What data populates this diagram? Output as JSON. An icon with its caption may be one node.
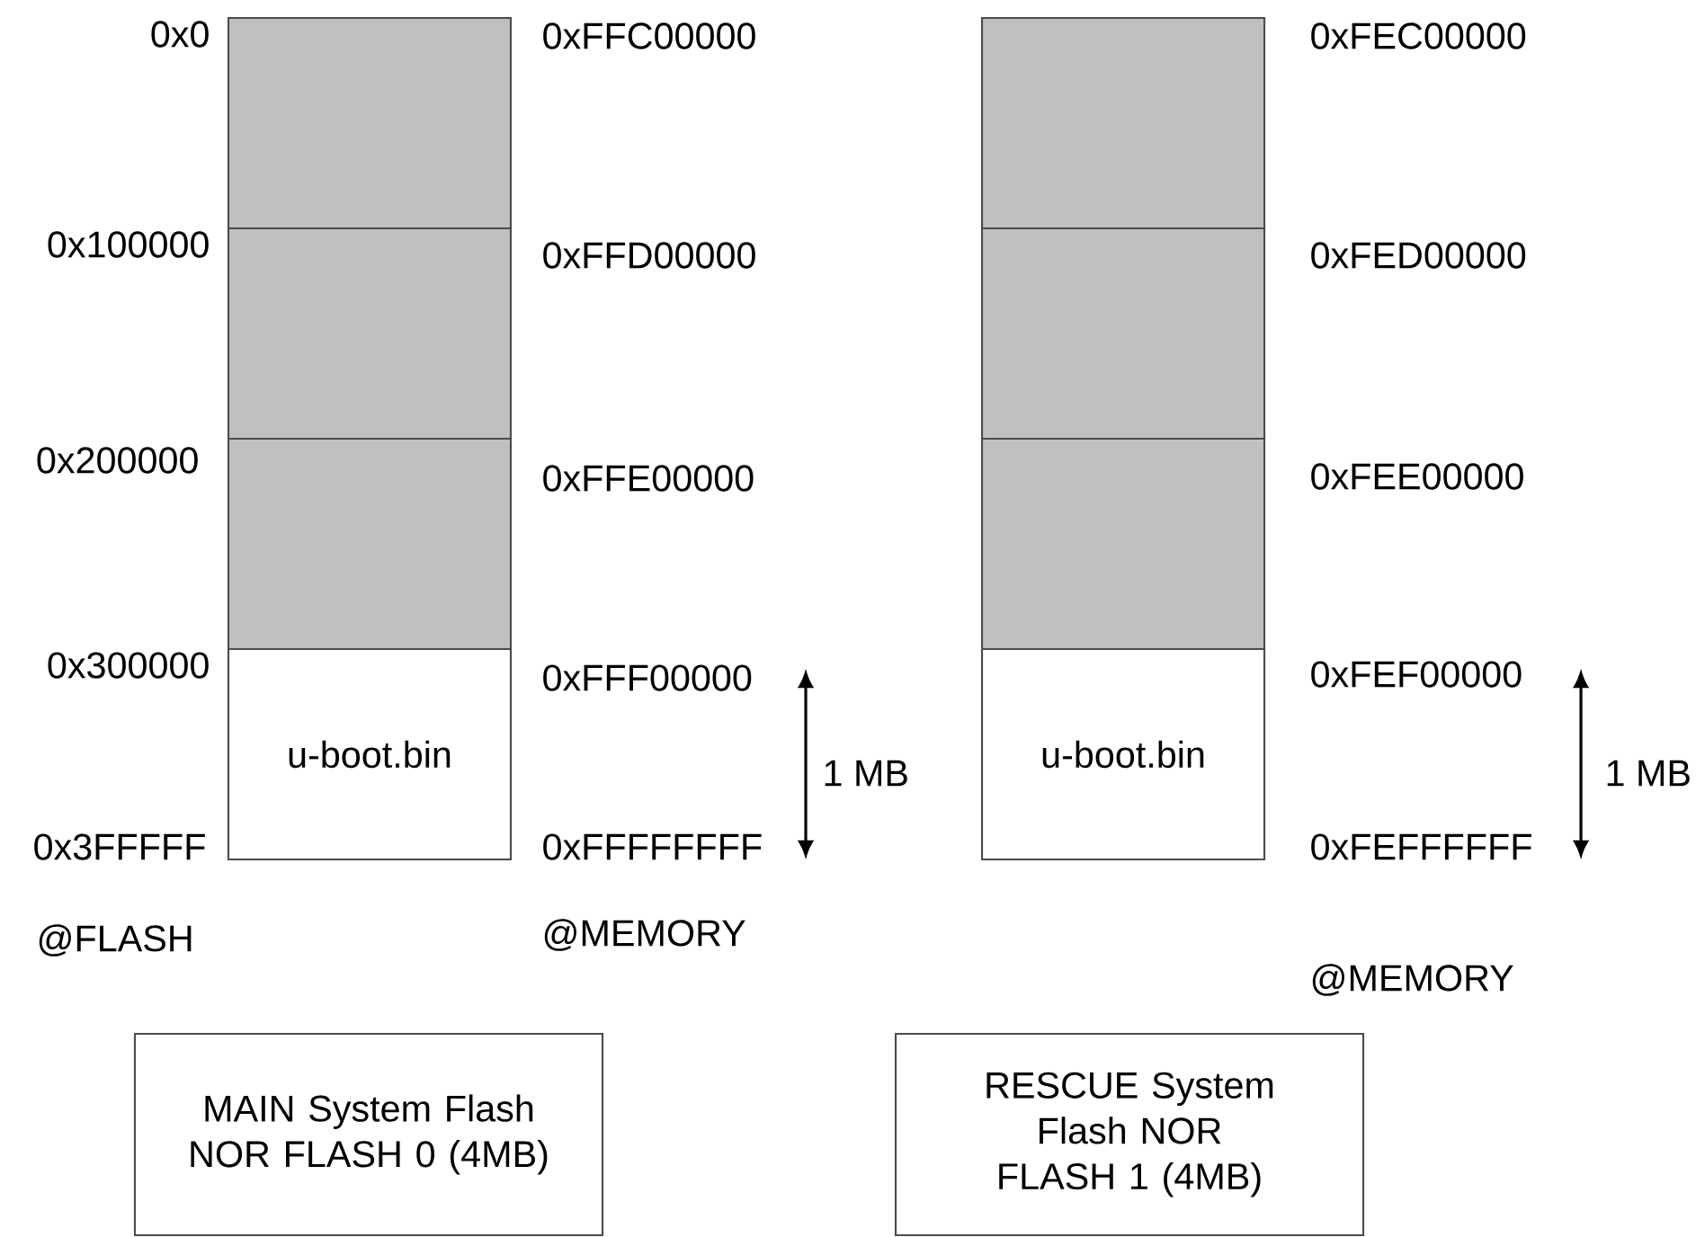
{
  "diagram": {
    "nodes": [
      {
        "text": [],
        "shape": "box"
      },
      {
        "text": [],
        "shape": "box"
      },
      {
        "text": [],
        "shape": "box"
      },
      {
        "text": [
          "u-boot.bin"
        ]
      },
      {
        "text": [],
        "shape": "box"
      },
      {
        "text": [],
        "shape": "box"
      },
      {
        "text": [],
        "shape": "box"
      },
      {
        "text": [
          "u-boot.bin"
        ]
      },
      {
        "text": [
          "MAIN System Flash NOR FLASH 0 (4MB)"
        ]
      },
      {
        "text": [
          "RESCUE System Flash NOR FLASH 1 (4MB)"
        ]
      }
    ],
    "labels": [
      "0x0",
      "0x100000",
      "0x200000",
      "0x300000",
      "0x3FFFFF",
      "0xFFC00000",
      "0xFFD00000",
      "0xFFE00000",
      "0xFFF00000",
      "0xFFFFFFFF",
      "1 MB",
      "0xFEC00000",
      "0xFED00000",
      "0xFEE00000",
      "0xFEF00000",
      "0xFEFFFFFF",
      "1 MB",
      "@FLASH",
      "@MEMORY",
      "@MEMORY"
    ]
  }
}
